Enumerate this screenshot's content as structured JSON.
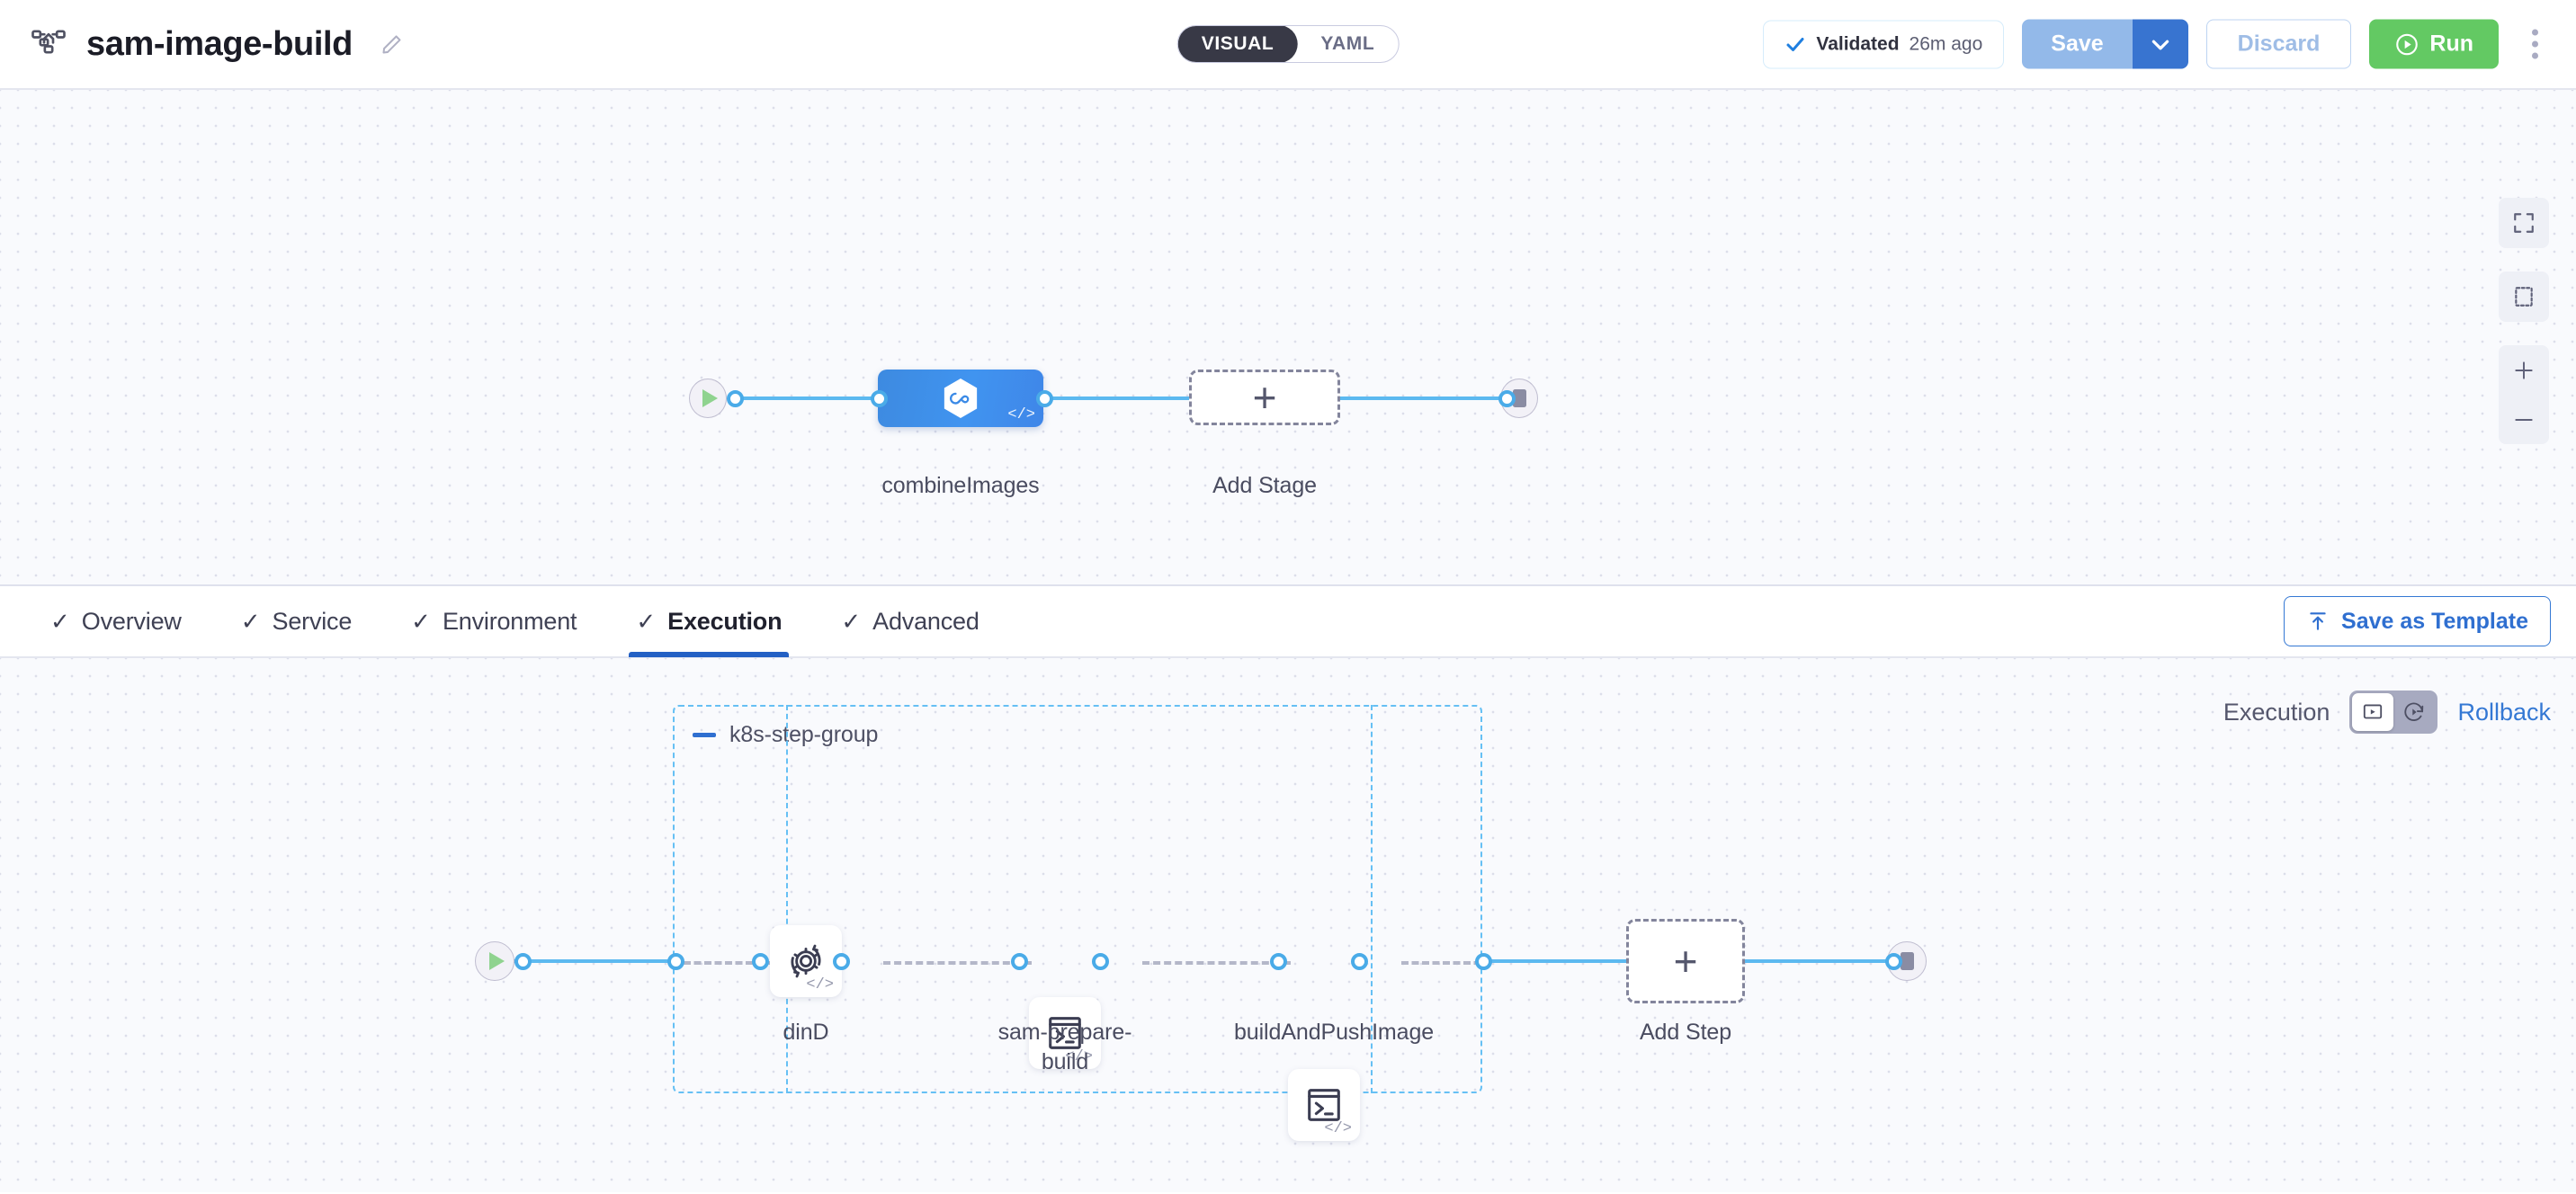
{
  "header": {
    "pipeline_icon": "pipeline-nodes-icon",
    "title": "sam-image-build",
    "edit_icon": "pencil-edit-icon",
    "view_toggle": {
      "options": [
        "VISUAL",
        "YAML"
      ],
      "selected": "VISUAL"
    },
    "validated": {
      "icon": "check-icon",
      "label": "Validated",
      "time": "26m ago"
    },
    "save_label": "Save",
    "save_caret_icon": "chevron-down-icon",
    "discard_label": "Discard",
    "run_label": "Run",
    "run_icon": "play-circle-icon",
    "more_icon": "kebab-menu-icon"
  },
  "colors": {
    "accent_blue": "#3478d4",
    "edge_blue": "#5cb9f0",
    "run_green": "#63c963",
    "stage_blue": "#4094f0",
    "group_border": "#66c0f4",
    "canvas_bg": "#f9fafd"
  },
  "stage_canvas": {
    "start_node": {
      "icon": "play-icon",
      "name": "pipeline-start"
    },
    "stages": [
      {
        "label": "combineImages",
        "icon": "hexagon-infinity-icon",
        "badge": "code-glyph",
        "selected": true
      }
    ],
    "add_stage": {
      "label": "Add Stage",
      "icon": "plus-icon"
    },
    "end_node": {
      "icon": "stop-icon",
      "name": "pipeline-end"
    },
    "controls": [
      {
        "name": "fit-to-screen-icon"
      },
      {
        "name": "select-area-icon"
      },
      {
        "name": "zoom-in-icon"
      },
      {
        "name": "zoom-out-icon"
      }
    ]
  },
  "tabs": [
    {
      "label": "Overview",
      "check": "✓",
      "active": false
    },
    {
      "label": "Service",
      "check": "✓",
      "active": false
    },
    {
      "label": "Environment",
      "check": "✓",
      "active": false
    },
    {
      "label": "Execution",
      "check": "✓",
      "active": true
    },
    {
      "label": "Advanced",
      "check": "✓",
      "active": false
    }
  ],
  "save_as_template": {
    "label": "Save as Template",
    "icon": "upload-template-icon"
  },
  "execution_canvas": {
    "mode_switch": {
      "left_label": "Execution",
      "right_label": "Rollback",
      "options": [
        {
          "name": "execution-mode-icon",
          "selected": true
        },
        {
          "name": "rollback-mode-icon",
          "selected": false
        }
      ]
    },
    "start_node": {
      "icon": "play-icon",
      "name": "execution-start"
    },
    "step_group": {
      "title": "k8s-step-group",
      "collapse_icon": "minus-icon",
      "steps": [
        {
          "label": "dinD",
          "icon": "gear-rotate-icon",
          "badge": "code-glyph"
        },
        {
          "label": "sam-prepare-build",
          "icon": "terminal-icon",
          "badge": "code-glyph"
        },
        {
          "label": "buildAndPushImage",
          "icon": "terminal-icon",
          "badge": "code-glyph"
        }
      ]
    },
    "add_step": {
      "label": "Add Step",
      "icon": "plus-icon"
    },
    "end_node": {
      "icon": "stop-icon",
      "name": "execution-end"
    }
  }
}
